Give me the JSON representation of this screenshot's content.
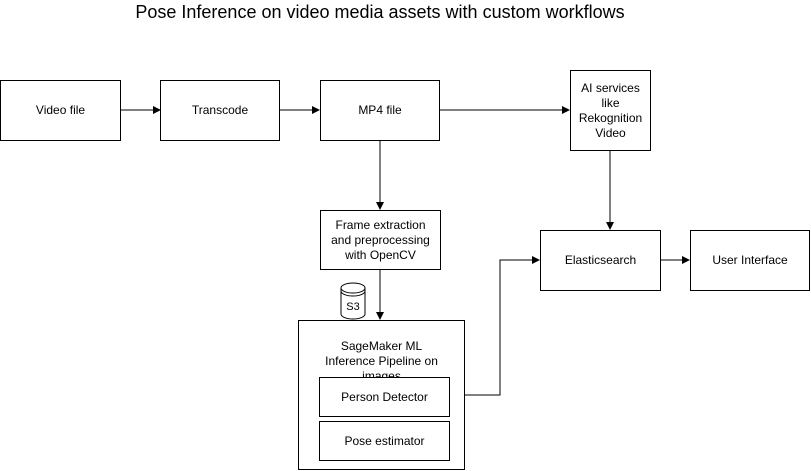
{
  "title": "Pose Inference on video media assets with custom workflows",
  "nodes": {
    "video_file": "Video file",
    "transcode": "Transcode",
    "mp4_file": "MP4 file",
    "ai_services": "AI services like Rekognition Video",
    "frame_extraction": "Frame extraction and preprocessing with OpenCV",
    "s3": "S3",
    "elasticsearch": "Elasticsearch",
    "user_interface": "User Interface",
    "pipeline": "SageMaker ML Inference Pipeline on images",
    "person_detector": "Person Detector",
    "pose_estimator": "Pose estimator"
  },
  "edges": [
    {
      "from": "video_file",
      "to": "transcode"
    },
    {
      "from": "transcode",
      "to": "mp4_file"
    },
    {
      "from": "mp4_file",
      "to": "ai_services"
    },
    {
      "from": "mp4_file",
      "to": "frame_extraction"
    },
    {
      "from": "frame_extraction",
      "to": "pipeline"
    },
    {
      "from": "ai_services",
      "to": "elasticsearch"
    },
    {
      "from": "pipeline",
      "to": "elasticsearch"
    },
    {
      "from": "elasticsearch",
      "to": "user_interface"
    }
  ]
}
